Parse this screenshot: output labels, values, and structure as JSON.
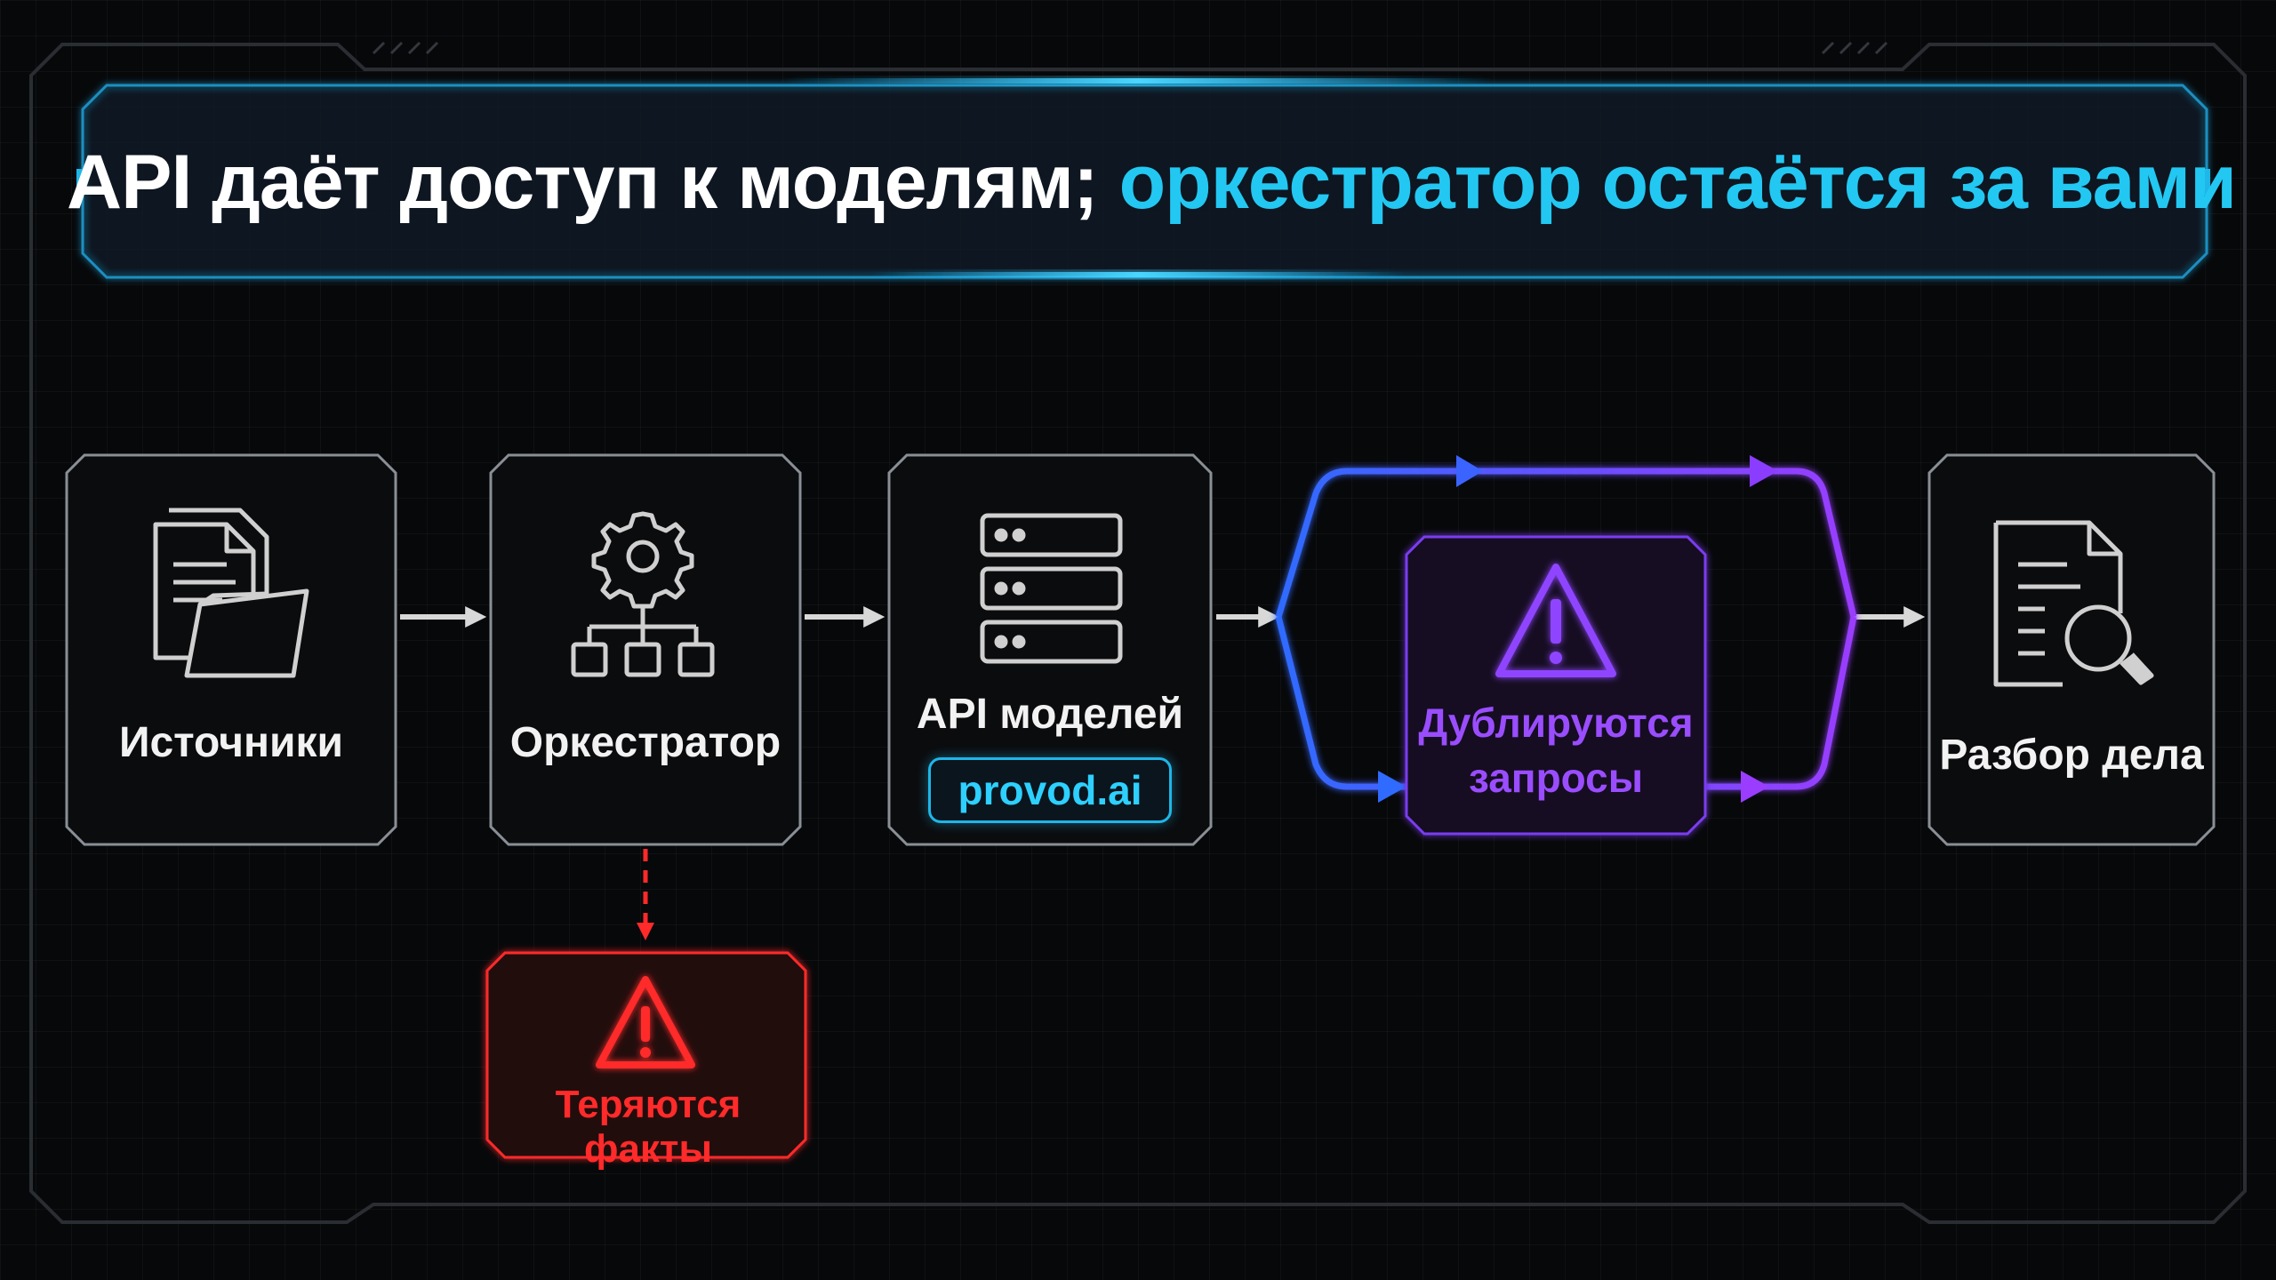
{
  "title": {
    "part1": "API даёт доступ к моделям;",
    "part2": "оркестратор остаётся за вами"
  },
  "nodes": {
    "sources": {
      "label": "Источники",
      "icon": "documents-icon"
    },
    "orchestrator": {
      "label": "Оркестратор",
      "icon": "gear-hierarchy-icon"
    },
    "models_api": {
      "label": "API моделей",
      "chip": "provod.ai",
      "icon": "server-icon"
    },
    "case_review": {
      "label": "Разбор дела",
      "icon": "document-search-icon"
    }
  },
  "warnings": {
    "facts_lost": {
      "label": "Теряются факты",
      "icon": "warning-triangle-icon",
      "color": "#ff2a2a"
    },
    "duplicate_requests": {
      "line1": "Дублируются",
      "line2": "запросы",
      "icon": "warning-triangle-icon",
      "color": "#9a4dff"
    }
  },
  "colors": {
    "accent_cyan": "#22c8f2",
    "node_border": "#8a8f96",
    "arrow": "#d8d8d8",
    "branch_blue": "#2f6bff",
    "branch_purple": "#9a3dff",
    "danger": "#ff2a2a"
  }
}
